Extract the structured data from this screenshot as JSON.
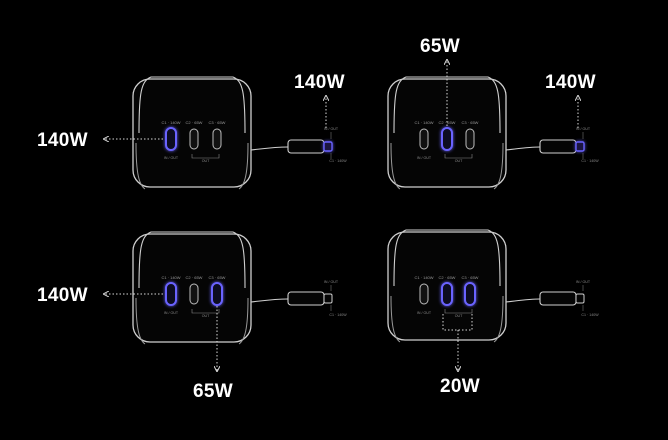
{
  "colors": {
    "background": "#000000",
    "outline": "#cfcfcf",
    "port_active": "#6a63ff",
    "arrow": "#d8d8d8",
    "label": "#ffffff"
  },
  "port_labels": {
    "c1": "C1 · 140W",
    "c2": "C2 · 65W",
    "c3": "C3 · 65W",
    "in_out": "IN / OUT",
    "out": "OUT"
  },
  "cable_labels": {
    "in_out": "IN / OUT",
    "port": "C1 · 140W"
  },
  "panels": [
    {
      "id": "top-left",
      "active_ports": [
        "c1"
      ],
      "cable_active": true,
      "callouts": {
        "left": "140W",
        "cable": "140W"
      }
    },
    {
      "id": "top-right",
      "active_ports": [
        "c2"
      ],
      "cable_active": true,
      "callouts": {
        "top": "65W",
        "cable": "140W"
      }
    },
    {
      "id": "bottom-left",
      "active_ports": [
        "c1",
        "c3"
      ],
      "cable_active": false,
      "callouts": {
        "left": "140W",
        "bottom": "65W"
      }
    },
    {
      "id": "bottom-right",
      "active_ports": [
        "c2",
        "c3"
      ],
      "cable_active": false,
      "callouts": {
        "bottom": "20W"
      }
    }
  ]
}
